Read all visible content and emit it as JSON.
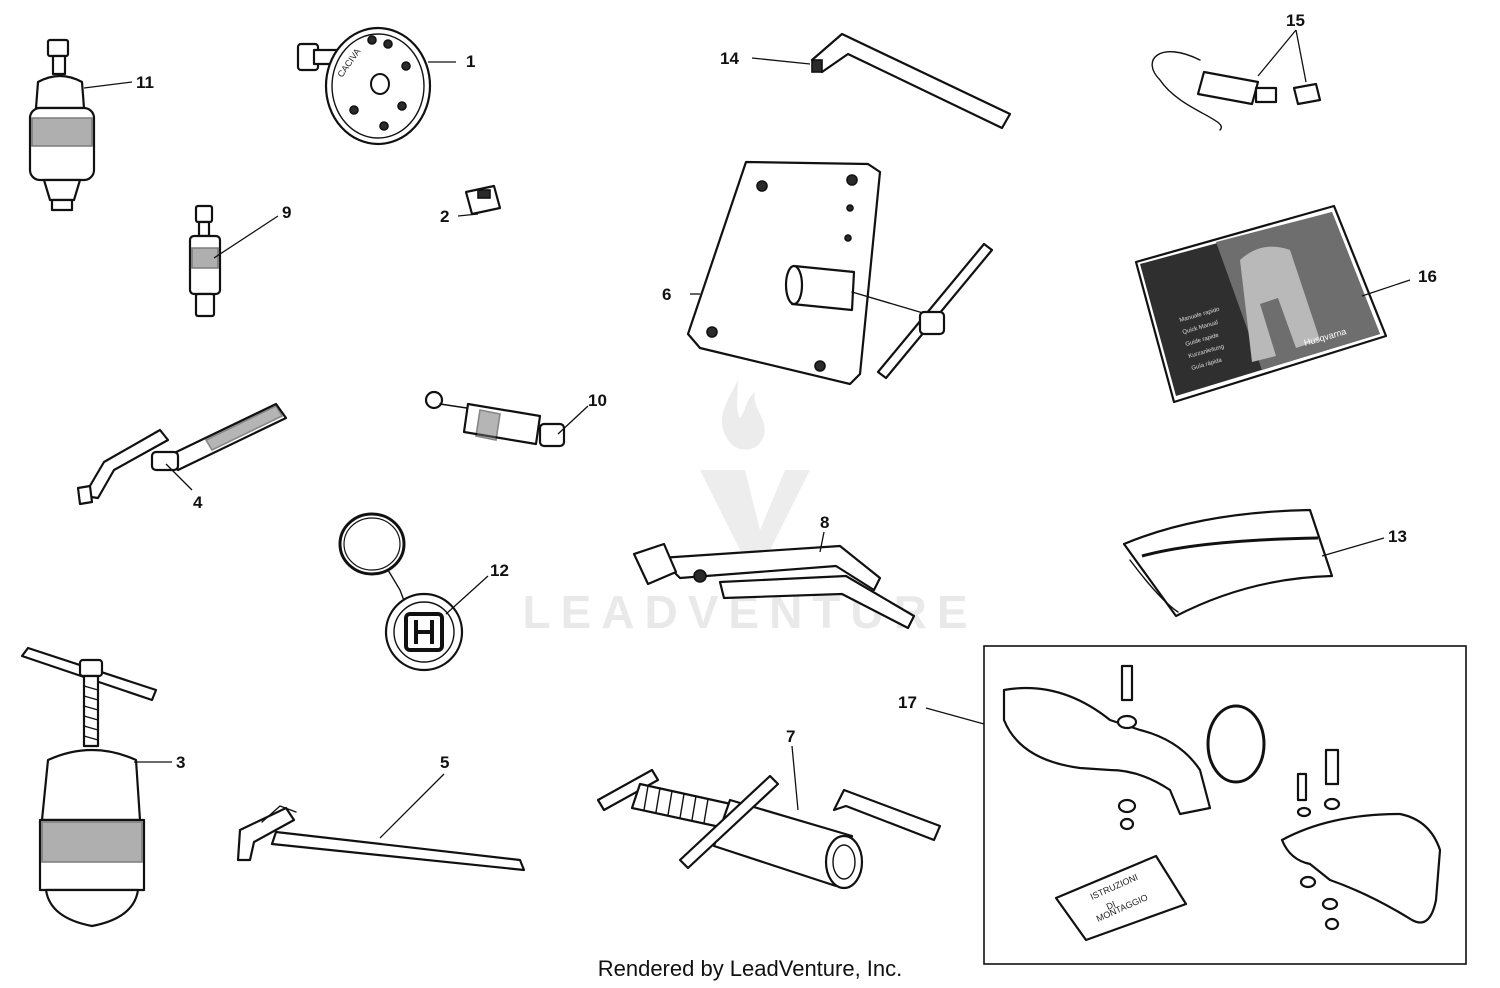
{
  "diagram": {
    "callouts": [
      "1",
      "2",
      "3",
      "4",
      "5",
      "6",
      "7",
      "8",
      "9",
      "10",
      "11",
      "12",
      "13",
      "14",
      "15",
      "16",
      "17"
    ],
    "watermark": "LEADVENTURE",
    "footer": "Rendered by LeadVenture, Inc.",
    "parts": {
      "puller_marking": "CACIVA",
      "manual_brand": "Husqvarna",
      "manual_lines": [
        "Manuale rapido",
        "Quick Manual",
        "Guide rapide",
        "Kurzanleitung",
        "Guía rápida"
      ],
      "booklet_lines": [
        "ISTRUZIONI",
        "DI",
        "MONTAGGIO"
      ]
    }
  }
}
